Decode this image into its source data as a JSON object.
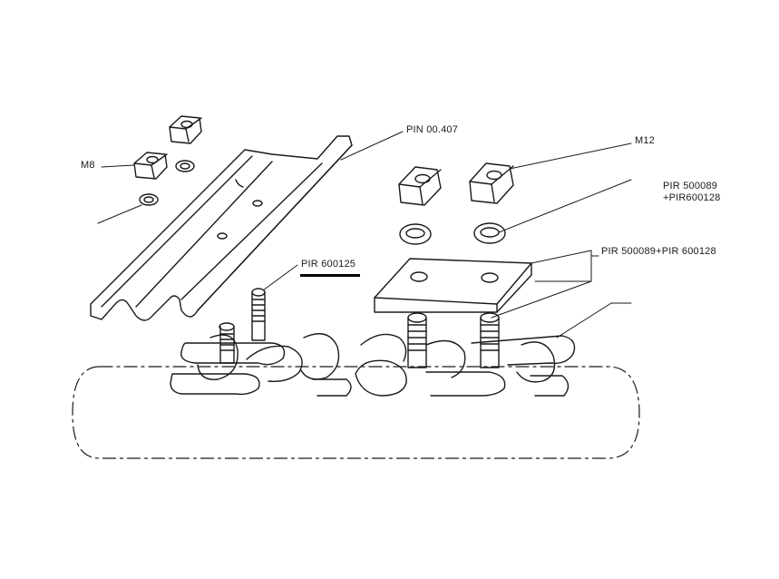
{
  "labels": {
    "m8": "M8",
    "pin": "PIN 00.407",
    "m12": "M12",
    "pir_500089_line1": "PIR 500089",
    "pir_500089_line2": "+PIR600128",
    "pir_500089_combined": "PIR 500089+PIR 600128",
    "pir_600125": "PIR 600125"
  },
  "colors": {
    "ink": "#1a1a1a",
    "highlight_underline": "#000000",
    "background": "#ffffff"
  }
}
